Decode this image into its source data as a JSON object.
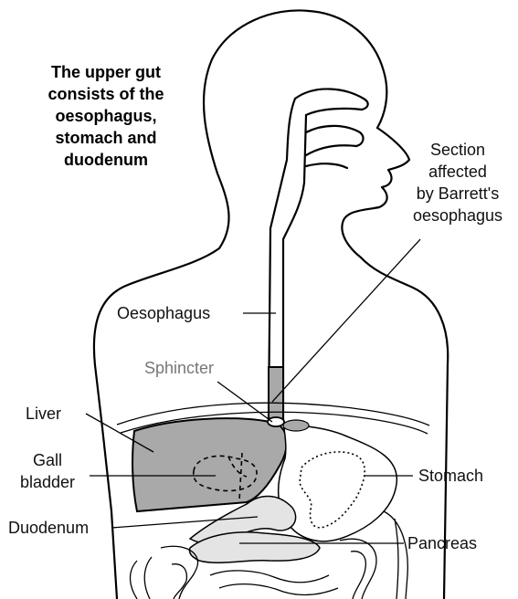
{
  "heading": [
    "The upper gut",
    "consists of the",
    "oesophagus,",
    "stomach and",
    "duodenum"
  ],
  "labels": {
    "section": [
      "Section",
      "affected",
      "by Barrett's",
      "oesophagus"
    ],
    "oesophagus": "Oesophagus",
    "sphincter": "Sphincter",
    "liver": "Liver",
    "gall": "Gall",
    "bladder": "bladder",
    "duodenum": "Duodenum",
    "stomach": "Stomach",
    "pancreas": "Pancreas"
  },
  "colors": {
    "organ_fill": "#a9a9a9",
    "light_fill": "#e4e4e4",
    "sphincter_label": "#777777",
    "outline": "#000000"
  }
}
